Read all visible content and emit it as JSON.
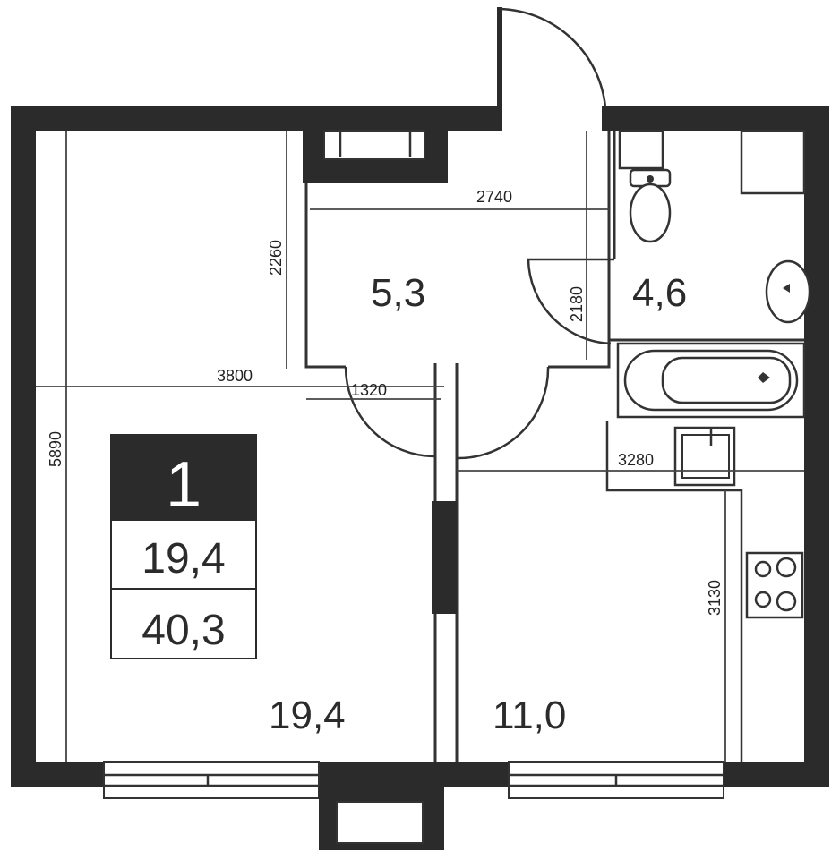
{
  "room_areas": {
    "hall": "5,3",
    "bathroom": "4,6",
    "living_room": "19,4",
    "kitchen": "11,0"
  },
  "dimensions": {
    "hall_width": "2740",
    "left_vertical": "2260",
    "bathroom_vertical": "2180",
    "living_width": "3800",
    "hall_opening": "1320",
    "living_height": "5890",
    "kitchen_width": "3280",
    "kitchen_height": "3130"
  },
  "badge": {
    "rooms": "1",
    "living_area": "19,4",
    "total_area": "40,3"
  },
  "colors": {
    "wall": "#2b2b2b",
    "line": "#333333",
    "background": "#ffffff"
  }
}
